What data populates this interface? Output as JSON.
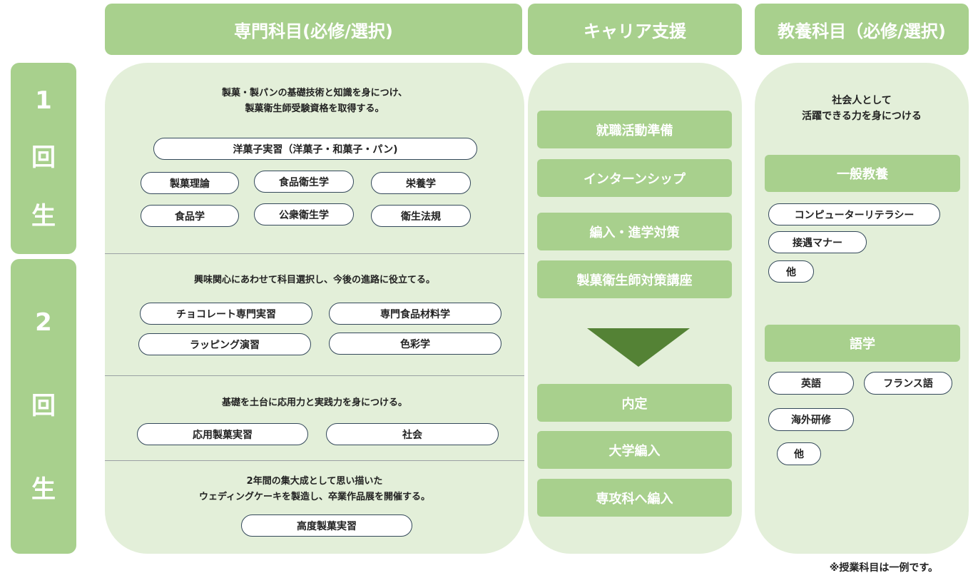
{
  "headers": {
    "specialized": "専門科目(必修/選択)",
    "career": "キャリア支援",
    "liberal": "教養科目（必修/選択)"
  },
  "years": {
    "first": [
      "1",
      "回",
      "生"
    ],
    "second": [
      "2",
      "回",
      "生"
    ]
  },
  "specialized": {
    "section1": {
      "note": [
        "製菓・製パンの基礎技術と知識を身につけ、",
        "製菓衛生師受験資格を取得する。"
      ],
      "courses": [
        "洋菓子実習（洋菓子・和菓子・パン)",
        "製菓理論",
        "食品衛生学",
        "栄養学",
        "食品学",
        "公衆衛生学",
        "衛生法規"
      ]
    },
    "section2": {
      "note": "興味関心にあわせて科目選択し、今後の進路に役立てる。",
      "courses": [
        "チョコレート専門実習",
        "専門食品材料学",
        "ラッピング演習",
        "色彩学"
      ]
    },
    "section3": {
      "note": "基礎を土台に応用力と実践力を身につける。",
      "courses": [
        "応用製菓実習",
        "社会"
      ]
    },
    "section4": {
      "note": [
        "2年間の集大成として思い描いた",
        "ウェディングケーキを製造し、卒業作品展を開催する。"
      ],
      "courses": [
        "高度製菓実習"
      ]
    }
  },
  "career": {
    "supports": [
      "就職活動準備",
      "インターンシップ",
      "編入・進学対策",
      "製菓衛生師対策講座"
    ],
    "outcomes": [
      "内定",
      "大学編入",
      "専攻科へ編入"
    ]
  },
  "liberal": {
    "note": [
      "社会人として",
      "活躍できる力を身につける"
    ],
    "general": {
      "title": "一般教養",
      "courses": [
        "コンピューターリテラシー",
        "接遇マナー",
        "他"
      ]
    },
    "language": {
      "title": "語学",
      "courses": [
        "英語",
        "フランス語",
        "海外研修",
        "他"
      ]
    }
  },
  "footnote": "※授業科目は一例です。",
  "colors": {
    "green": "#a8d08d",
    "light_green": "#e3efd9",
    "arrow": "#548235",
    "pill_border": "#33485a"
  }
}
